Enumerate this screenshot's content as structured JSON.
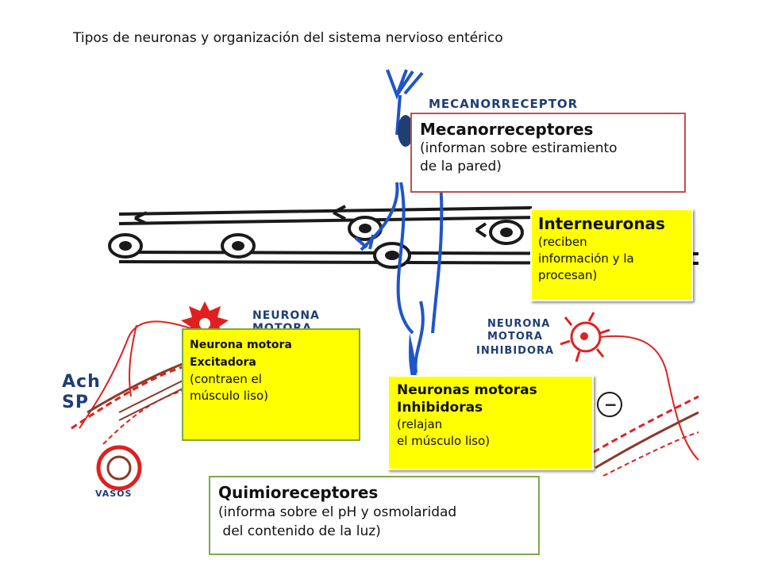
{
  "title": "Tipos de neuronas y organización del sistema nervioso entérico",
  "drawing": {
    "mecanorreceptor": "MECANORRECEPTOR",
    "neurona_motora_label_line1": "NEURONA",
    "neurona_motora_label_line2": "MOTORA",
    "neurona_inhibidora_line1": "NEURONA",
    "neurona_inhibidora_line2": "MOTORA",
    "neurona_inhibidora_line3": "INHIBIDORA",
    "ach": "Ach",
    "sp": "SP",
    "vasos": "VASOS",
    "inhibitory_sign": "−",
    "colors": {
      "blue": "#1f55c8",
      "red": "#e02020",
      "brown": "#8a3a2a",
      "ink": "#1a1a1a"
    }
  },
  "callouts": {
    "mecanorreceptores": {
      "head": "Mecanorreceptores",
      "line1": "(informan sobre estiramiento",
      "line2": "de la pared)"
    },
    "interneuronas": {
      "head": "Interneuronas",
      "line1": "(reciben",
      "line2": "información y la",
      "line3": "procesan)"
    },
    "excitadora": {
      "head1": "Neurona motora",
      "head2": "Excitadora",
      "line1": "(contraen el",
      "line2": "músculo liso)"
    },
    "inhibidoras": {
      "head1": "Neuronas motoras",
      "head2": "Inhibidoras",
      "line1": "(relajan",
      "line2": "el músculo liso)"
    },
    "quimioreceptores": {
      "head": "Quimioreceptores",
      "line1": "(informa sobre el pH y osmolaridad",
      "line2": " del contenido de la luz)"
    }
  }
}
